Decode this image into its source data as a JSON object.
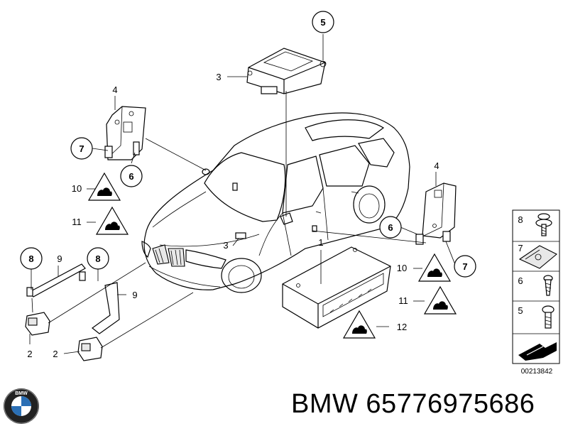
{
  "callouts": {
    "c1": "1",
    "c2a": "2",
    "c2b": "2",
    "c3a": "3",
    "c3b": "3",
    "c4a": "4",
    "c4b": "4",
    "c5": "5",
    "c6a": "6",
    "c6b": "6",
    "c7a": "7",
    "c7b": "7",
    "c8a": "8",
    "c8b": "8",
    "c9a": "9",
    "c9b": "9",
    "c10a": "10",
    "c10b": "10",
    "c11a": "11",
    "c11b": "11",
    "c12": "12"
  },
  "legend": {
    "l8": "8",
    "l7": "7",
    "l6": "6",
    "l5": "5",
    "ref_code": "00213842"
  },
  "footer": {
    "brand_part": "BMW 65776975686",
    "logo_text": "BMW"
  },
  "icons": {
    "warning": "airbag-warning-triangle-icon",
    "logo": "bmw-roundel-logo"
  },
  "colors": {
    "ink": "#000000",
    "logo_blue": "#2a6fb5"
  }
}
